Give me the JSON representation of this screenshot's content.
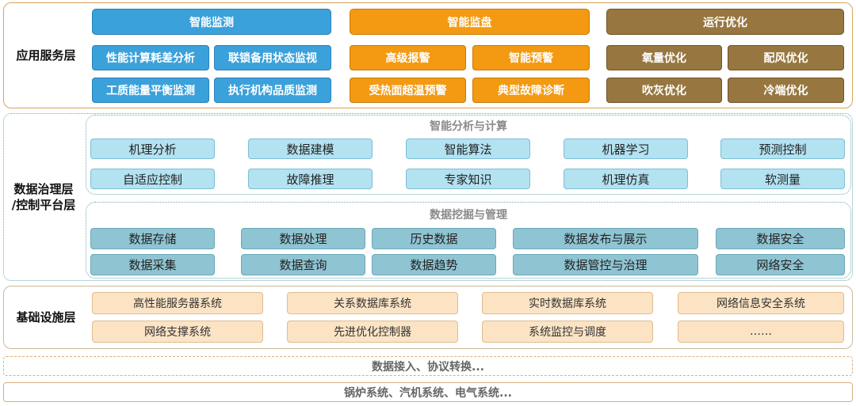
{
  "layers": {
    "application": {
      "label": "应用服务层",
      "groups": [
        {
          "title": "智能监测",
          "items": [
            "性能计算耗差分析",
            "联锁备用状态监视",
            "工质能量平衡监测",
            "执行机构品质监测"
          ]
        },
        {
          "title": "智能监盘",
          "items": [
            "高级报警",
            "智能预警",
            "受热面超温预警",
            "典型故障诊断"
          ]
        },
        {
          "title": "运行优化",
          "items": [
            "氧量优化",
            "配风优化",
            "吹灰优化",
            "冷端优化"
          ]
        }
      ]
    },
    "data_governance": {
      "label_line1": "数据治理层",
      "label_line2": "/控制平台层",
      "analysis": {
        "title": "智能分析与计算",
        "row1": [
          "机理分析",
          "数据建模",
          "智能算法",
          "机器学习",
          "预测控制"
        ],
        "row2": [
          "自适应控制",
          "故障推理",
          "专家知识",
          "机理仿真",
          "软测量"
        ]
      },
      "mining": {
        "title": "数据挖掘与管理",
        "row1": [
          "数据存储",
          "数据处理",
          "历史数据",
          "数据发布与展示",
          "数据安全"
        ],
        "row2": [
          "数据采集",
          "数据查询",
          "数据趋势",
          "数据管控与治理",
          "网络安全"
        ]
      }
    },
    "infrastructure": {
      "label": "基础设施层",
      "row1": [
        "高性能服务器系统",
        "关系数据库系统",
        "实时数据库系统",
        "网络信息安全系统"
      ],
      "row2": [
        "网络支撑系统",
        "先进优化控制器",
        "系统监控与调度",
        "……"
      ]
    }
  },
  "bottom": {
    "access": "数据接入、协议转换...",
    "systems": "锅炉系统、汽机系统、电气系统..."
  },
  "colors": {
    "monitor_blue": "#3ba1db",
    "panel_orange": "#f39a12",
    "optimize_olive": "#97773f",
    "analysis_light_blue": "#b3e2f1",
    "mining_teal": "#8fc4d2",
    "infra_peach": "#fbe3c4"
  }
}
